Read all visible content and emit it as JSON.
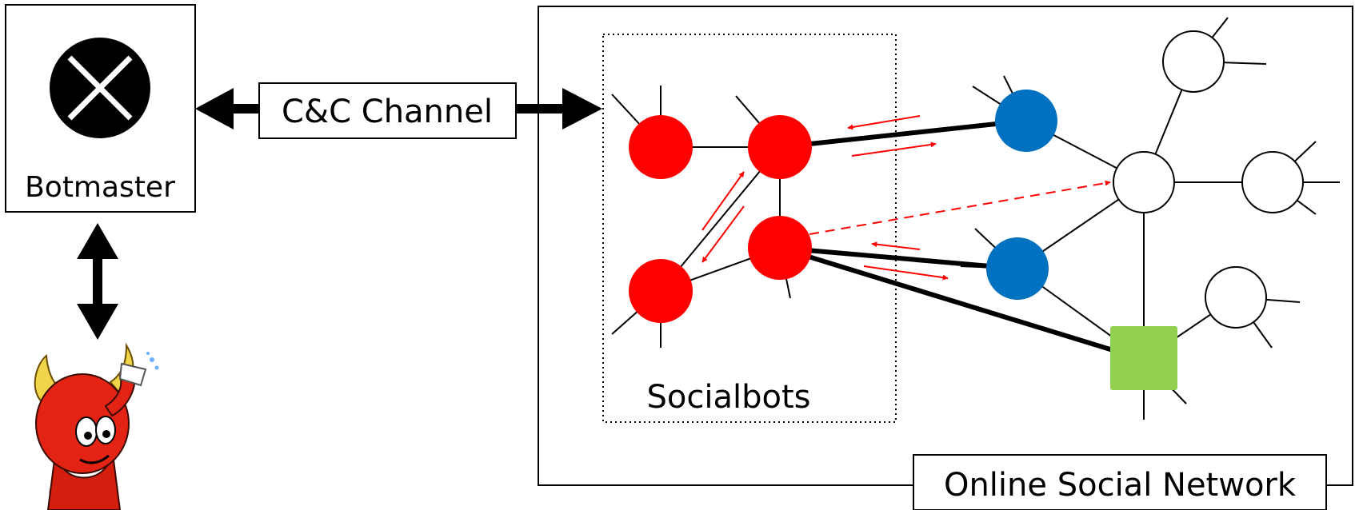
{
  "labels": {
    "botmaster": "Botmaster",
    "cc_channel": "C&C Channel",
    "socialbots": "Socialbots",
    "osn": "Online Social Network"
  },
  "colors": {
    "socialbot": "#ff0000",
    "compromised_user": "#0070c0",
    "target_user": "#92d050",
    "regular_user": "#ffffff",
    "flow_arrow": "#ff0000"
  },
  "icons": {
    "botmaster": "x-circle-icon",
    "attacker": "devil-mascot-icon"
  }
}
